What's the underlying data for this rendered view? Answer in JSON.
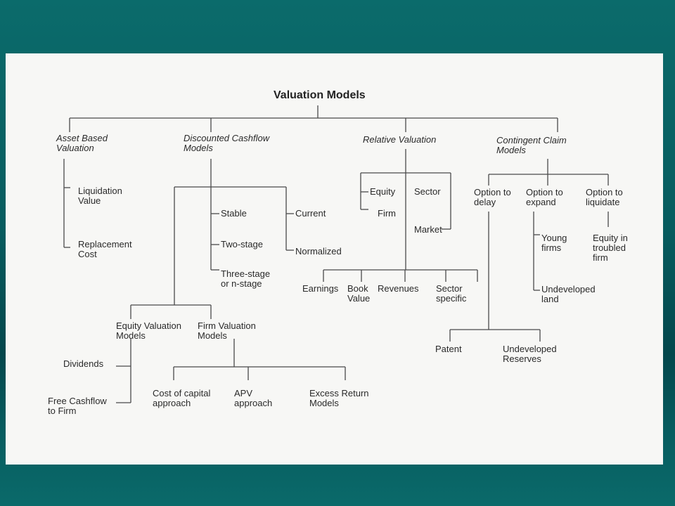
{
  "title": "Valuation Models",
  "branches": {
    "asset": {
      "label": "Asset Based\nValuation",
      "items": [
        "Liquidation\nValue",
        "Replacement\nCost"
      ]
    },
    "dcf": {
      "label": "Discounted Cashflow\nModels",
      "stages": [
        "Stable",
        "Two-stage",
        "Three-stage\nor n-stage"
      ],
      "current": "Current",
      "normalized": "Normalized",
      "equity_valuation": "Equity Valuation\nModels",
      "firm_valuation": "Firm Valuation\nModels",
      "equity_items": [
        "Dividends",
        "Free Cashflow\nto Firm"
      ],
      "firm_items": [
        "Cost of capital\napproach",
        "APV\napproach",
        "Excess Return\nModels"
      ]
    },
    "relative": {
      "label": "Relative Valuation",
      "equity": "Equity",
      "firm": "Firm",
      "sector": "Sector",
      "market": "Market",
      "bases": [
        "Earnings",
        "Book\nValue",
        "Revenues",
        "Sector\nspecific"
      ]
    },
    "contingent": {
      "label": "Contingent Claim\nModels",
      "options": [
        "Option to\ndelay",
        "Option to\nexpand",
        "Option to\nliquidate"
      ],
      "expand_items": [
        "Young\nfirms",
        "Undeveloped\nland"
      ],
      "liquidate_items": [
        "Equity in\ntroubled\nfirm"
      ],
      "delay_items": [
        "Patent",
        "Undeveloped\nReserves"
      ]
    }
  }
}
